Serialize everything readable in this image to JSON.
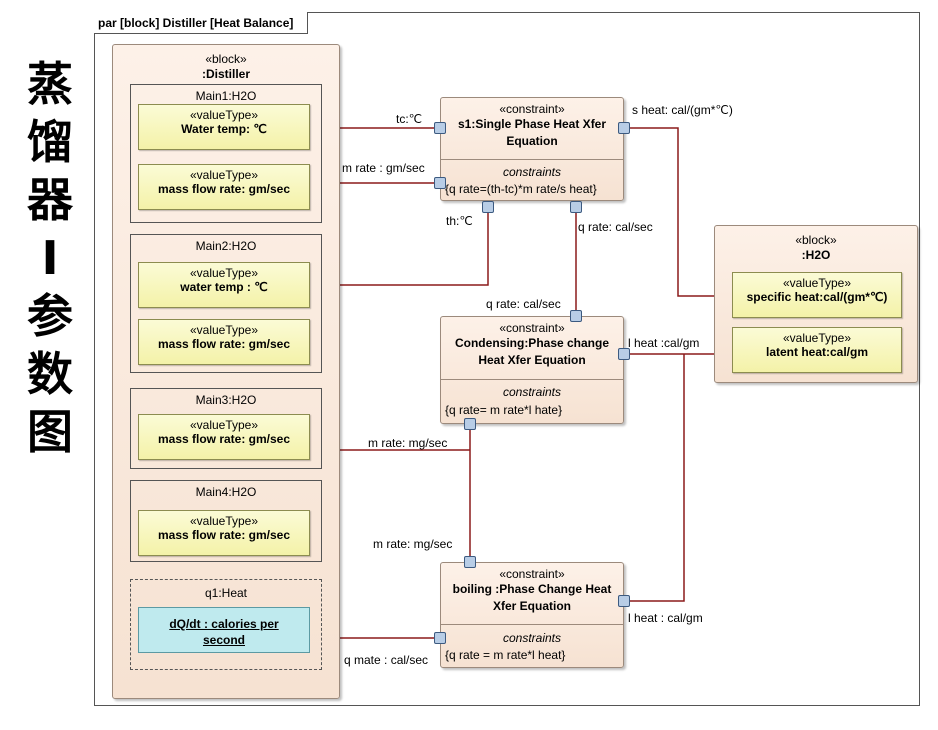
{
  "side_title": [
    "蒸",
    "馏",
    "器",
    "I",
    "参",
    "数",
    "图"
  ],
  "frame": {
    "title": "par [block] Distiller [Heat Balance]"
  },
  "distiller": {
    "stereotype": "«block»",
    "name": ":Distiller",
    "parts": [
      {
        "title": "Main1:H2O",
        "values": [
          {
            "stereotype": "«valueType»",
            "name": "Water temp: ℃"
          },
          {
            "stereotype": "«valueType»",
            "name": "mass flow rate: gm/sec"
          }
        ]
      },
      {
        "title": "Main2:H2O",
        "values": [
          {
            "stereotype": "«valueType»",
            "name": "water temp : ℃"
          },
          {
            "stereotype": "«valueType»",
            "name": "mass flow rate: gm/sec"
          }
        ]
      },
      {
        "title": "Main3:H2O",
        "values": [
          {
            "stereotype": "«valueType»",
            "name": "mass flow rate: gm/sec"
          }
        ]
      },
      {
        "title": "Main4:H2O",
        "values": [
          {
            "stereotype": "«valueType»",
            "name": "mass flow rate: gm/sec"
          }
        ]
      }
    ],
    "heat": {
      "title": "q1:Heat",
      "line1": "dQ/dt : calories per",
      "line2": "second"
    }
  },
  "h2o": {
    "stereotype": "«block»",
    "name": ":H2O",
    "values": [
      {
        "stereotype": "«valueType»",
        "name": "specific heat:cal/(gm*℃)"
      },
      {
        "stereotype": "«valueType»",
        "name": "latent heat:cal/gm"
      }
    ]
  },
  "constraints": [
    {
      "stereotype": "«constraint»",
      "name1": "s1:Single Phase Heat Xfer",
      "name2": "Equation",
      "compartment": "constraints",
      "equation": "{q rate=(th-tc)*m rate/s heat}"
    },
    {
      "stereotype": "«constraint»",
      "name1": "Condensing:Phase change",
      "name2": "Heat Xfer Equation",
      "compartment": "constraints",
      "equation": "{q rate= m rate*l hate}"
    },
    {
      "stereotype": "«constraint»",
      "name1": "boiling :Phase Change Heat",
      "name2": "Xfer Equation",
      "compartment": "constraints",
      "equation": "{q rate = m rate*l heat}"
    }
  ],
  "port_labels": {
    "tc": "tc:℃",
    "m_rate_1": "m rate : gm/sec",
    "th": "th:℃",
    "q_rate_out": "q rate: cal/sec",
    "s_heat": "s heat: cal/(gm*℃)",
    "q_rate_in": "q rate: cal/sec",
    "l_heat_1": "l heat :cal/gm",
    "m_rate_2": "m rate: mg/sec",
    "m_rate_3": "m rate: mg/sec",
    "l_heat_2": "l heat : cal/gm",
    "q_mate": "q mate : cal/sec"
  },
  "colors": {
    "connector": "#8b1a1a",
    "block_fill": "#f9e8db",
    "value_fill": "#f6f4b4",
    "heat_fill": "#bfeaee",
    "port_fill": "#b8cde6"
  }
}
